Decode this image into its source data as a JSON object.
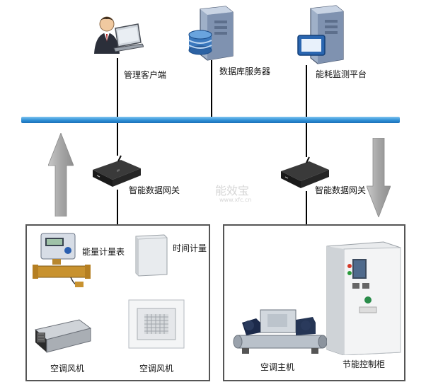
{
  "servers": {
    "mgmt_client": "管理客户端",
    "database_server": "数据库服务器",
    "energy_platform": "能耗监测平台"
  },
  "gateways": {
    "left": "智能数据网关",
    "right": "智能数据网关"
  },
  "watermark": {
    "main": "能效宝",
    "sub": "www.xfc.cn"
  },
  "left_panel": {
    "energy_meter": "能量计量表",
    "time_meter": "时间计量",
    "fan_coil_1": "空调风机",
    "fan_coil_2": "空调风机"
  },
  "right_panel": {
    "chiller": "空调主机",
    "control_cabinet": "节能控制柜"
  },
  "colors": {
    "bus": "#2f8fd6",
    "arrow": "#a9a9a9",
    "panel_border": "#555555"
  }
}
